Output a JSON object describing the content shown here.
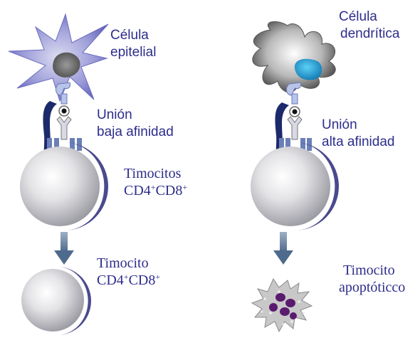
{
  "left": {
    "cell_label": [
      "Célula",
      "epitelial"
    ],
    "binding_label": [
      "Unión",
      "baja afinidad"
    ],
    "thymocytes_label": {
      "name": "Timocitos",
      "marker_a": "CD4",
      "sup_a": "+",
      "marker_b": "CD8",
      "sup_b": "+"
    },
    "result_label": {
      "name": "Timocito",
      "marker_a": "CD4",
      "sup_a": "+",
      "marker_b": "CD8",
      "sup_b": "+"
    }
  },
  "right": {
    "cell_label": [
      "Célula",
      "dendrítica"
    ],
    "binding_label": [
      "Unión",
      "alta afinidad"
    ],
    "result_label": [
      "Timocito",
      "apoptóticco"
    ]
  },
  "colors": {
    "label_text": "#2d2d8c",
    "crescent": "#4a4a8e",
    "arrow": "#4e6a8c",
    "nucleus_dendritic": "#29a9d8",
    "apoptotic_nucleus": "#5a1a6e"
  }
}
